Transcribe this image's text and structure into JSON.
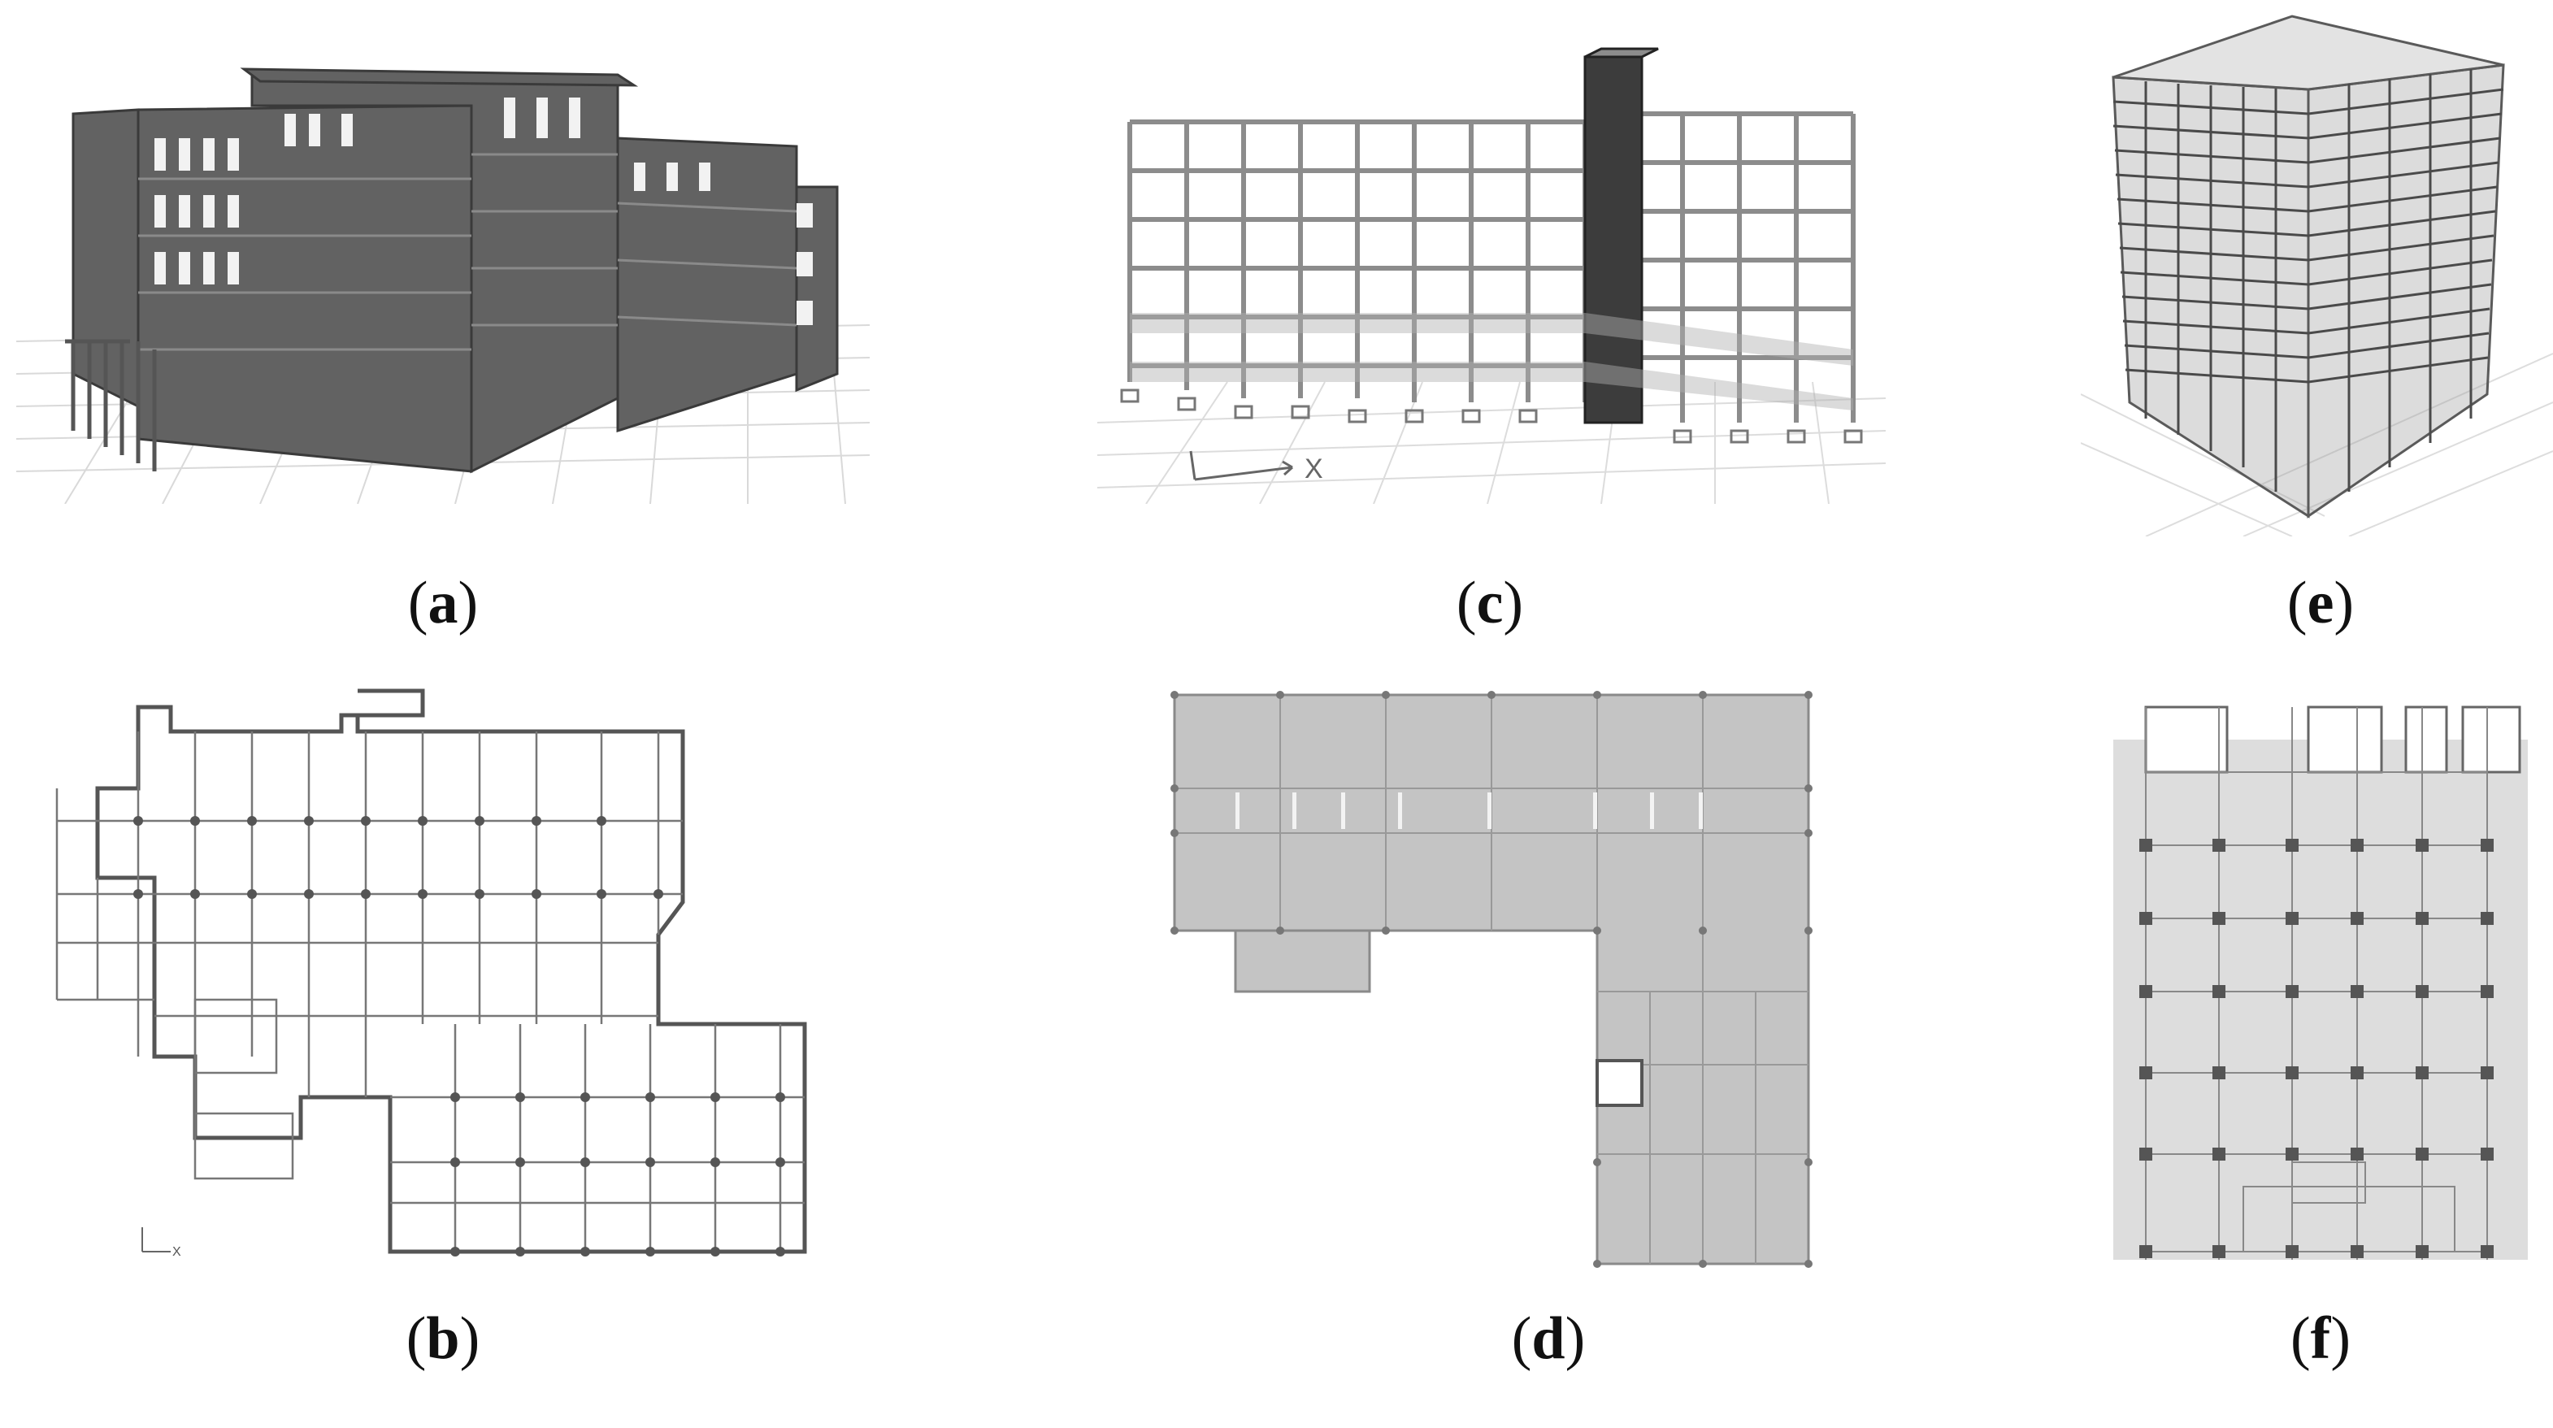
{
  "figure": {
    "panels": [
      {
        "id": "a",
        "label": "a"
      },
      {
        "id": "b",
        "label": "b"
      },
      {
        "id": "c",
        "label": "c"
      },
      {
        "id": "d",
        "label": "d"
      },
      {
        "id": "e",
        "label": "e"
      },
      {
        "id": "f",
        "label": "f"
      }
    ],
    "axis_label_x": "X",
    "colors": {
      "dark_model": "#5f5f5f",
      "light_frame": "#d8d8d8",
      "slab": "#c4c4c4",
      "line": "#555555",
      "grid": "#d6d6d6"
    }
  }
}
